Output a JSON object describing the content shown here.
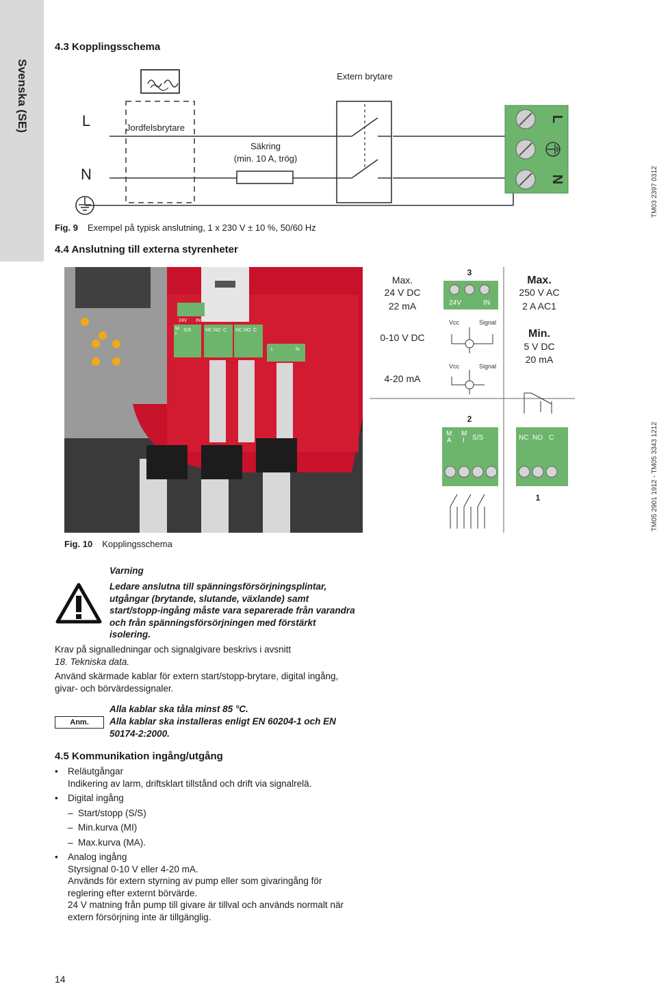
{
  "side_tab": "Svenska (SE)",
  "section_43": {
    "heading": "4.3 Kopplingsschema"
  },
  "fig9": {
    "label_L": "L",
    "label_N": "N",
    "rcd_label": "Jordfelsbrytare",
    "fuse_label_1": "Säkring",
    "fuse_label_2": "(min. 10 A, trög)",
    "switch_label": "Extern brytare",
    "term_L": "L",
    "term_N": "N",
    "tm_code": "TM03 2397 0312",
    "caption_label": "Fig. 9",
    "caption_text": "Exempel på typisk anslutning, 1 x 230 V ± 10 %, 50/60 Hz"
  },
  "section_44": {
    "heading": "4.4 Anslutning till externa styrenheter"
  },
  "fig10": {
    "photo_labels": {
      "t24v": "24V",
      "tin": "IN",
      "m": "M",
      "i": "I",
      "ss": "S/S",
      "nc1": "NC",
      "no1": "NO",
      "c1": "C",
      "nc2": "NC",
      "no2": "NO",
      "c2": "C",
      "l": "L",
      "n": "N"
    },
    "max_in": {
      "title": "Max.",
      "v": "24 V DC",
      "ma": "22 mA"
    },
    "range_v": "0-10 V DC",
    "range_ma": "4-20 mA",
    "term3": {
      "num": "3",
      "v24": "24V",
      "in": "IN"
    },
    "vcc": "Vcc",
    "signal": "Signal",
    "max_out": {
      "title": "Max.",
      "v": "250 V AC",
      "a": "2 A AC1"
    },
    "min_out": {
      "title": "Min.",
      "v": "5 V DC",
      "ma": "20 mA"
    },
    "term2": {
      "num": "2",
      "ma_m": "M",
      "ma_a": "A",
      "mi_m": "M",
      "mi_i": "I",
      "ss": "S/S"
    },
    "term1": {
      "num": "1",
      "nc": "NC",
      "no": "NO",
      "c": "C"
    },
    "tm_code": "TM05 2901 1912 - TM05 3343 1212",
    "caption_label": "Fig. 10",
    "caption_text": "Kopplingsschema"
  },
  "warning": {
    "title": "Varning",
    "body": "Ledare anslutna till spänningsförsörjningsplintar, utgångar (brytande, slutande, växlande) samt start/stopp-ingång måste vara separerade från varandra och från spänningsförsörjningen med förstärkt isolering."
  },
  "para_signal_1": "Krav på signalledningar och signalgivare beskrivs i avsnitt",
  "para_signal_2": "18. Tekniska data.",
  "para_cables": "Använd skärmade kablar för extern start/stopp-brytare, digital ingång, givar- och börvärdessignaler.",
  "note": {
    "label": "Anm.",
    "line1": "Alla kablar ska tåla minst 85 °C.",
    "line2": "Alla kablar ska installeras enligt EN 60204-1 och EN 50174-2:2000."
  },
  "section_45": {
    "heading": "4.5 Kommunikation ingång/utgång"
  },
  "list": {
    "relay_title": "Reläutgångar",
    "relay_desc": "Indikering av larm, driftsklart tillstånd och drift via signalrelä.",
    "digital_title": "Digital ingång",
    "digital_items": [
      "Start/stopp (S/S)",
      "Min.kurva (MI)",
      "Max.kurva (MA)."
    ],
    "analog_title": "Analog ingång",
    "analog_l1": "Styrsignal 0-10 V eller 4-20 mA.",
    "analog_l2": "Används för extern styrning av pump eller som givaringång för reglering efter externt börvärde.",
    "analog_l3": "24 V matning från pump till givare är tillval och används normalt när extern försörjning inte är tillgänglig."
  },
  "page_number": "14"
}
